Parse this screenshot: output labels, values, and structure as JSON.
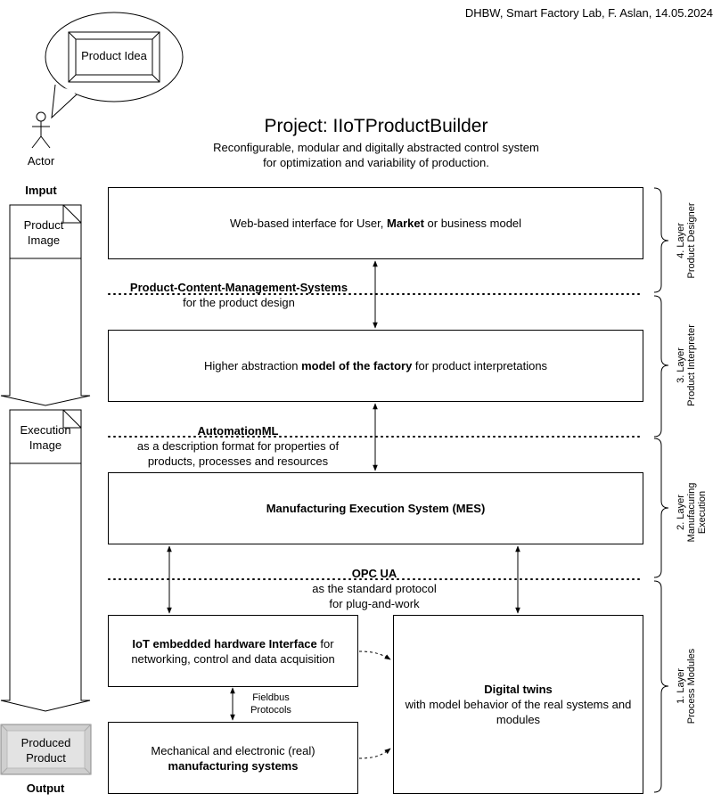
{
  "credit": "DHBW, Smart Factory Lab, F. Aslan, 14.05.2024",
  "actor": {
    "bubble_text": "Product Idea",
    "label": "Actor"
  },
  "title": "Project: IIoTProductBuilder",
  "subtitle": [
    "Reconfigurable, modular and digitally abstracted control system",
    "for optimization and variability of production."
  ],
  "left_column": {
    "input_label": "Imput",
    "product_image": [
      "Product",
      "Image"
    ],
    "execution_image": [
      "Execution",
      "Image"
    ],
    "produced_product": [
      "Produced",
      "Product"
    ],
    "output_label": "Output"
  },
  "boxes": {
    "web": {
      "pre": "Web-based interface for User, ",
      "bold": "Market",
      "post": " or business model"
    },
    "model": {
      "pre": "Higher abstraction ",
      "bold": "model of the factory",
      "post": " for product interpretations"
    },
    "mes": {
      "bold": "Manufacturing Execution System (MES)"
    },
    "iot": {
      "bold": "IoT embedded hardware Interface",
      "post": " for networking, control and data acquisition"
    },
    "mech": {
      "pre": "Mechanical and electronic (real)",
      "bold": "manufacturing systems"
    },
    "twins": {
      "bold": "Digital twins",
      "post": "with model behavior of the real systems and modules"
    }
  },
  "interfaces": {
    "pcms": {
      "title": "Product-Content-Management-Systems",
      "desc": "for the product design"
    },
    "aml": {
      "title": "AutomationML",
      "desc": [
        "as a description format for properties of",
        "products, processes and resources"
      ]
    },
    "opc": {
      "title": "OPC UA",
      "desc": [
        "as the standard protocol",
        "for plug-and-work"
      ]
    },
    "fieldbus": [
      "Fieldbus",
      "Protocols"
    ]
  },
  "layers": [
    {
      "num": "4. Layer",
      "name": "Product Designer"
    },
    {
      "num": "3. Layer",
      "name": "Product Interpreter"
    },
    {
      "num": "2. Layer",
      "name": [
        "Manufacuring",
        "Execution"
      ]
    },
    {
      "num": "1. Layer",
      "name": "Process Modules"
    }
  ]
}
